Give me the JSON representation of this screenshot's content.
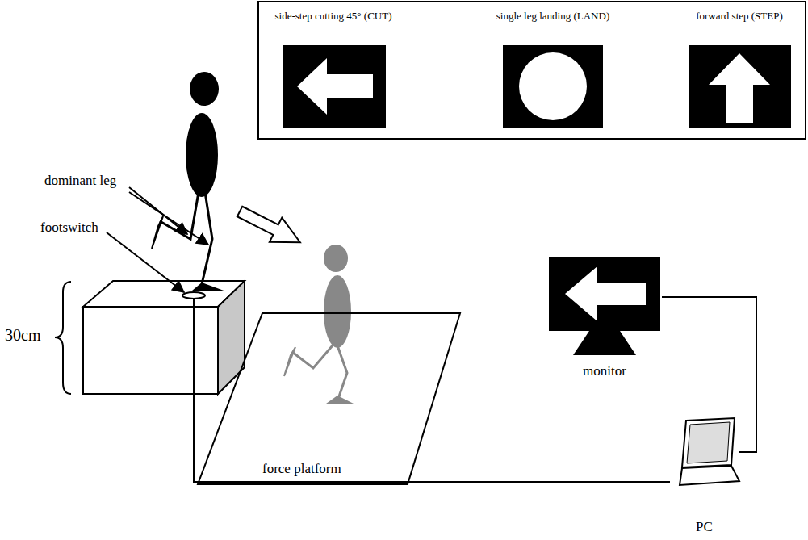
{
  "diagram": {
    "nodes": [
      {
        "text": [
          "side-step cutting 45° (CUT)"
        ]
      },
      {
        "text": [
          "single leg landing (LAND)"
        ]
      },
      {
        "text": [
          "forward step (STEP)"
        ]
      },
      {
        "text": [
          "force platform"
        ]
      },
      {
        "text": [
          "monitor"
        ]
      },
      {
        "text": [
          "PC"
        ]
      }
    ],
    "edges": [
      {
        "from": 5,
        "to": 4,
        "arrow": "none"
      }
    ],
    "labels": [
      "dominant leg",
      "footswitch",
      "30cm"
    ]
  }
}
